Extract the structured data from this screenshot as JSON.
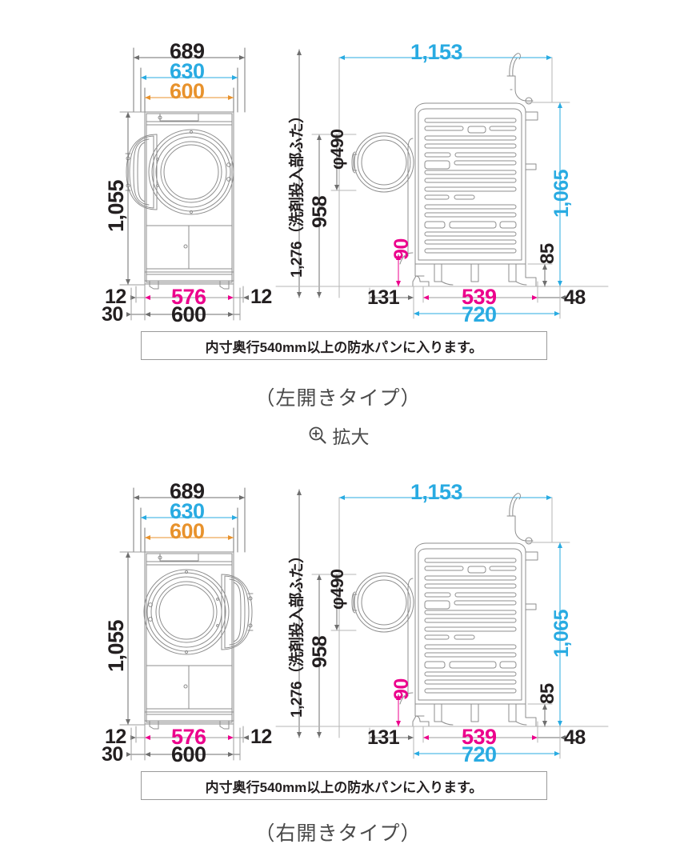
{
  "page": {
    "title": "ドラム式洗濯乾燥機 寸法図",
    "background": "#ffffff"
  },
  "colors": {
    "black": "#231f20",
    "cyan": "#29abe2",
    "orange": "#e8922c",
    "magenta": "#ec008c",
    "line": "#8d8d8d",
    "caption": "#4a4a4a"
  },
  "zoom_link": {
    "label": "拡大",
    "icon": "magnifier-plus-icon"
  },
  "diagrams": [
    {
      "id": "left-open",
      "caption": "（左開きタイプ）",
      "door_side": "left",
      "note": "内寸奥行540mm以上の防水パンに入ります。",
      "front_view": {
        "top_dims": [
          {
            "value": "689",
            "color": "black"
          },
          {
            "value": "630",
            "color": "cyan"
          },
          {
            "value": "600",
            "color": "orange"
          }
        ],
        "height_dim": {
          "value": "1,055",
          "color": "black"
        },
        "bottom_dims": [
          {
            "value": "12",
            "color": "black"
          },
          {
            "value": "576",
            "color": "magenta"
          },
          {
            "value": "12",
            "color": "black"
          },
          {
            "value": "30",
            "color": "black"
          },
          {
            "value": "600",
            "color": "black"
          }
        ]
      },
      "side_view": {
        "top_dim": {
          "value": "1,153",
          "color": "cyan"
        },
        "left_dims": [
          {
            "value": "1,276（洗剤投入部ふた）",
            "color": "black"
          },
          {
            "value": "958",
            "color": "black"
          },
          {
            "value": "φ490",
            "color": "black"
          }
        ],
        "right_dims": [
          {
            "value": "1,065",
            "color": "cyan"
          },
          {
            "value": "85",
            "color": "black"
          },
          {
            "value": "48",
            "color": "black"
          }
        ],
        "bottom_dims": [
          {
            "value": "90",
            "color": "magenta"
          },
          {
            "value": "131",
            "color": "black"
          },
          {
            "value": "539",
            "color": "magenta"
          },
          {
            "value": "720",
            "color": "cyan"
          }
        ]
      }
    },
    {
      "id": "right-open",
      "caption": "（右開きタイプ）",
      "door_side": "right",
      "note": "内寸奥行540mm以上の防水パンに入ります。",
      "front_view": {
        "top_dims": [
          {
            "value": "689",
            "color": "black"
          },
          {
            "value": "630",
            "color": "cyan"
          },
          {
            "value": "600",
            "color": "orange"
          }
        ],
        "height_dim": {
          "value": "1,055",
          "color": "black"
        },
        "bottom_dims": [
          {
            "value": "12",
            "color": "black"
          },
          {
            "value": "576",
            "color": "magenta"
          },
          {
            "value": "12",
            "color": "black"
          },
          {
            "value": "30",
            "color": "black"
          },
          {
            "value": "600",
            "color": "black"
          }
        ]
      },
      "side_view": {
        "top_dim": {
          "value": "1,153",
          "color": "cyan"
        },
        "left_dims": [
          {
            "value": "1,276（洗剤投入部ふた）",
            "color": "black"
          },
          {
            "value": "958",
            "color": "black"
          },
          {
            "value": "φ490",
            "color": "black"
          }
        ],
        "right_dims": [
          {
            "value": "1,065",
            "color": "cyan"
          },
          {
            "value": "85",
            "color": "black"
          },
          {
            "value": "48",
            "color": "black"
          }
        ],
        "bottom_dims": [
          {
            "value": "90",
            "color": "magenta"
          },
          {
            "value": "131",
            "color": "black"
          },
          {
            "value": "539",
            "color": "magenta"
          },
          {
            "value": "720",
            "color": "cyan"
          }
        ]
      }
    }
  ]
}
